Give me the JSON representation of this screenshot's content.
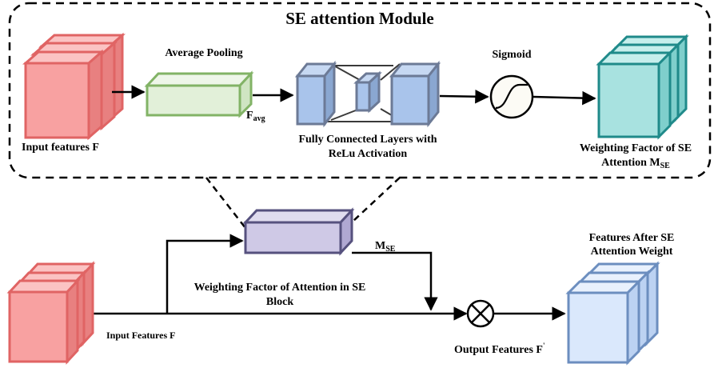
{
  "module": {
    "title": "SE attention Module",
    "input_label": "Input features F",
    "pool_label": "Average Pooling",
    "favg_main": "F",
    "favg_sub": "avg",
    "fc_label_line1": "Fully Connected Layers with",
    "fc_label_line2": "ReLu Activation",
    "sigmoid_label": "Sigmoid",
    "weight_label_line1": "Weighting Factor of SE",
    "weight_label_line2_main": "Attention M",
    "weight_label_line2_sub": "SE"
  },
  "block": {
    "mse_main": "M",
    "mse_sub": "SE",
    "weight_label_line1": "Weighting Factor of Attention in SE",
    "weight_label_line2": "Block",
    "input_label": "Input Features F",
    "output_label_main": "Output Features F",
    "output_label_sup": "'",
    "after_label_line1": "Features After SE",
    "after_label_line2": "Attention Weight"
  },
  "colors": {
    "red_fill": "#f8a1a1",
    "red_stroke": "#e06464",
    "green_fill": "#e2f0d9",
    "green_stroke": "#82b366",
    "blue_fill": "#a9c4eb",
    "blue_stroke": "#6c7a96",
    "teal_fill": "#a8e2e0",
    "teal_stroke": "#1f8a8a",
    "purple_fill": "#cfc9e6",
    "purple_stroke": "#56517e",
    "lightblue_fill": "#dae8fc",
    "lightblue_stroke": "#6c8ebf"
  }
}
